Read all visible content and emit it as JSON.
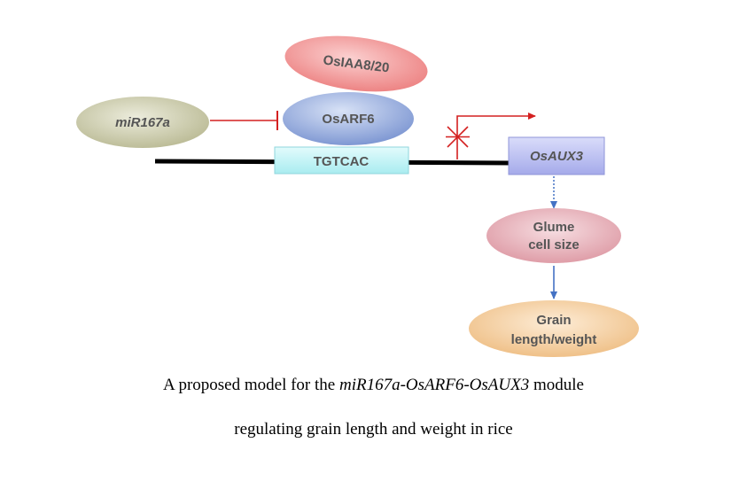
{
  "nodes": {
    "osiaa": "OsIAA8/20",
    "mir167a": "miR167a",
    "osarf6": "OsARF6",
    "tgtcac": "TGTCAC",
    "osaux3": "OsAUX3",
    "glume_line1": "Glume",
    "glume_line2": "cell size",
    "grain_line1": "Grain",
    "grain_line2": "length/weight"
  },
  "caption": {
    "line1_prefix": "A proposed model for the ",
    "line1_italic": "miR167a-OsARF6-OsAUX3",
    "line1_suffix": " module",
    "line2": "regulating grain length and weight in rice"
  },
  "colors": {
    "osiaa_fill": "#f08a8a",
    "mir167a_fill": "#c9c9a8",
    "osarf6_fill": "#8fa6d9",
    "tgtcac_fill": "#bff2f5",
    "osaux3_fill": "#b3b8f0",
    "glume_fill": "#e6a9b2",
    "grain_fill": "#f3c995",
    "inhibit": "#d42020",
    "arrow_blue": "#4472c4"
  }
}
